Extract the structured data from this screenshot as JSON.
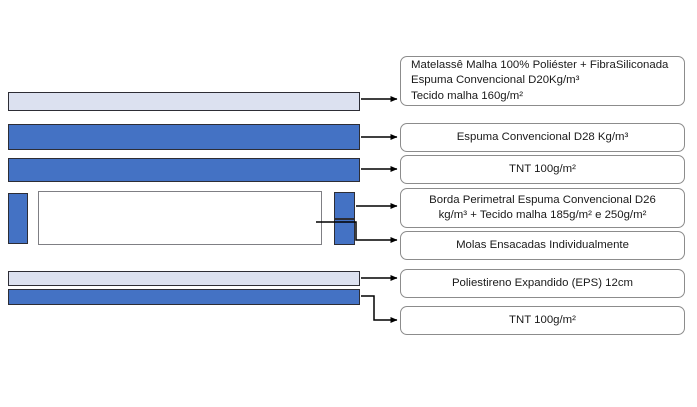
{
  "diagram": {
    "title": "Mattress layer cross-section with component callouts",
    "colors": {
      "light_layer": "#dce1f0",
      "blue_layer": "#4472c4",
      "layer_border": "#2d2d35",
      "box_border": "#8c8c8c",
      "connector": "#000000",
      "background": "#ffffff"
    },
    "layers": [
      {
        "id": "quilt-top",
        "fill": "light",
        "label": "quilted top panel"
      },
      {
        "id": "foam-d28",
        "fill": "blue",
        "label": "conventional foam D28"
      },
      {
        "id": "tnt-upper",
        "fill": "blue",
        "label": "TNT fabric upper"
      },
      {
        "id": "perimeter-left",
        "fill": "blue",
        "label": "left perimeter border"
      },
      {
        "id": "spring-core",
        "fill": "white",
        "label": "pocket spring core"
      },
      {
        "id": "perimeter-right",
        "fill": "blue",
        "label": "right perimeter border"
      },
      {
        "id": "eps-base",
        "fill": "light",
        "label": "expanded polystyrene base"
      },
      {
        "id": "tnt-lower",
        "fill": "blue",
        "label": "TNT fabric lower"
      }
    ]
  },
  "callouts": [
    {
      "id": "callout-top-cover",
      "lines": [
        "Matelassê Malha 100% Poliéster + FibraSiliconada",
        "Espuma Convencional D20Kg/m³",
        "Tecido malha 160g/m²"
      ]
    },
    {
      "id": "callout-foam-d28",
      "lines": [
        "Espuma Convencional D28 Kg/m³"
      ]
    },
    {
      "id": "callout-tnt-upper",
      "lines": [
        "TNT 100g/m²"
      ]
    },
    {
      "id": "callout-perimeter-border",
      "lines": [
        "Borda Perimetral Espuma Convencional D26",
        "kg/m³ + Tecido malha 185g/m² e 250g/m²"
      ]
    },
    {
      "id": "callout-pocket-springs",
      "lines": [
        "Molas Ensacadas Individualmente"
      ]
    },
    {
      "id": "callout-eps",
      "lines": [
        "Poliestireno Expandido (EPS) 12cm"
      ]
    },
    {
      "id": "callout-tnt-lower",
      "lines": [
        "TNT 100g/m²"
      ]
    }
  ]
}
